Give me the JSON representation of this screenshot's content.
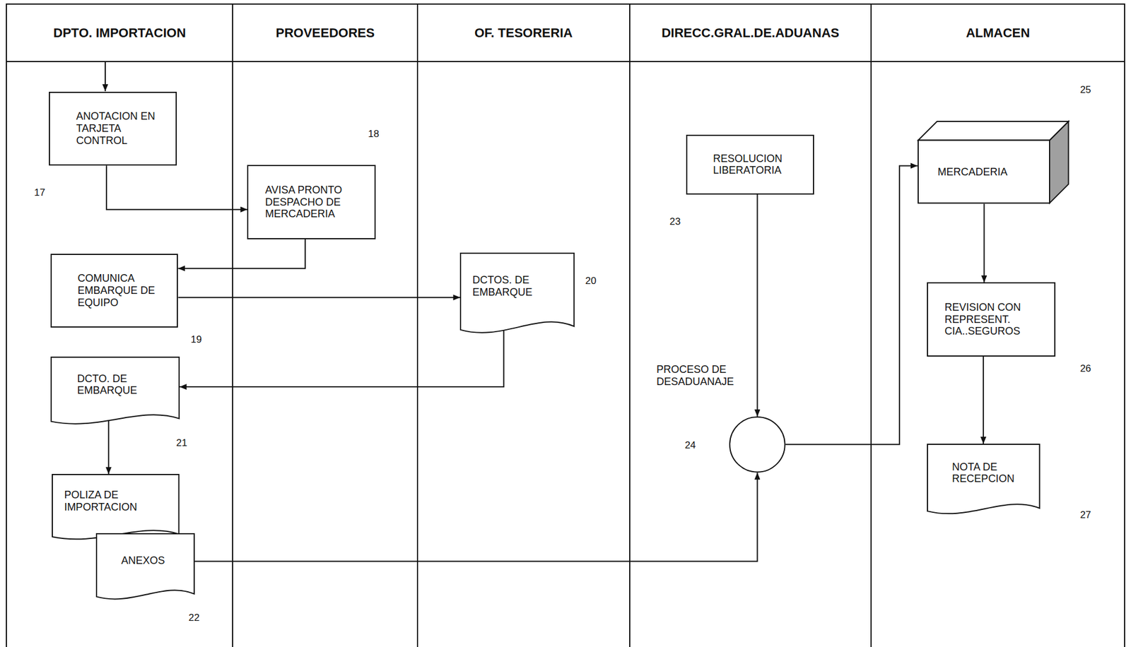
{
  "diagram": {
    "nodes": [
      {
        "text": [
          "DPTO. IMPORTACION"
        ]
      },
      {
        "text": [
          "ANOTACION EN TARJETA CONTROL"
        ],
        "in": 0
      },
      {
        "text": [
          "COMUNICA EMBARQUE DE EQUIPO"
        ],
        "in": 0
      },
      {
        "text": [
          "DCTO. DE EMBARQUE"
        ],
        "in": 0
      },
      {
        "text": [
          "POLIZA DE IMPORTACION"
        ],
        "in": 0
      },
      {
        "text": [
          "ANEXOS"
        ],
        "in": 0
      },
      {
        "text": [
          "PROVEEDORES"
        ]
      },
      {
        "text": [
          "AVISA PRONTO DESPACHO DE MERCADERIA"
        ],
        "in": 6
      },
      {
        "text": [
          "OF. TESORERIA"
        ]
      },
      {
        "text": [
          "DCTOS. DE EMBARQUE"
        ],
        "in": 8
      },
      {
        "text": [
          "DIRECC.GRAL.DE.ADUANAS"
        ]
      },
      {
        "text": [
          "RESOLUCION LIBERATORIA"
        ],
        "in": 10
      },
      {
        "text": [
          "PROCESO DE DESADUANAJE"
        ],
        "in": 10
      },
      {
        "text": [
          "ALMACEN"
        ]
      },
      {
        "text": [
          "MERCADERIA"
        ],
        "in": 13
      },
      {
        "text": [
          "REVISION CON REPRESENT. CIA..SEGUROS"
        ],
        "in": 13
      },
      {
        "text": [
          "NOTA DE RECEPCION"
        ],
        "in": 13
      }
    ],
    "edges": [
      {
        "from": 1,
        "to": 7,
        "arrow": "to"
      },
      {
        "from": 7,
        "to": 2,
        "arrow": "to"
      },
      {
        "from": 2,
        "to": 9,
        "arrow": "to"
      },
      {
        "from": 9,
        "to": 3,
        "arrow": "to"
      },
      {
        "from": 3,
        "to": 4,
        "arrow": "to"
      },
      {
        "from": 5,
        "to": 12,
        "arrow": "to"
      },
      {
        "from": 11,
        "to": 12,
        "arrow": "to"
      },
      {
        "from": 12,
        "to": 14,
        "arrow": "to"
      },
      {
        "from": 14,
        "to": 15,
        "arrow": "to"
      },
      {
        "from": 15,
        "to": 16,
        "arrow": "to"
      }
    ],
    "labels": [
      "17",
      "18",
      "19",
      "20",
      "21",
      "22",
      "23",
      "24",
      "25",
      "26",
      "27"
    ]
  }
}
